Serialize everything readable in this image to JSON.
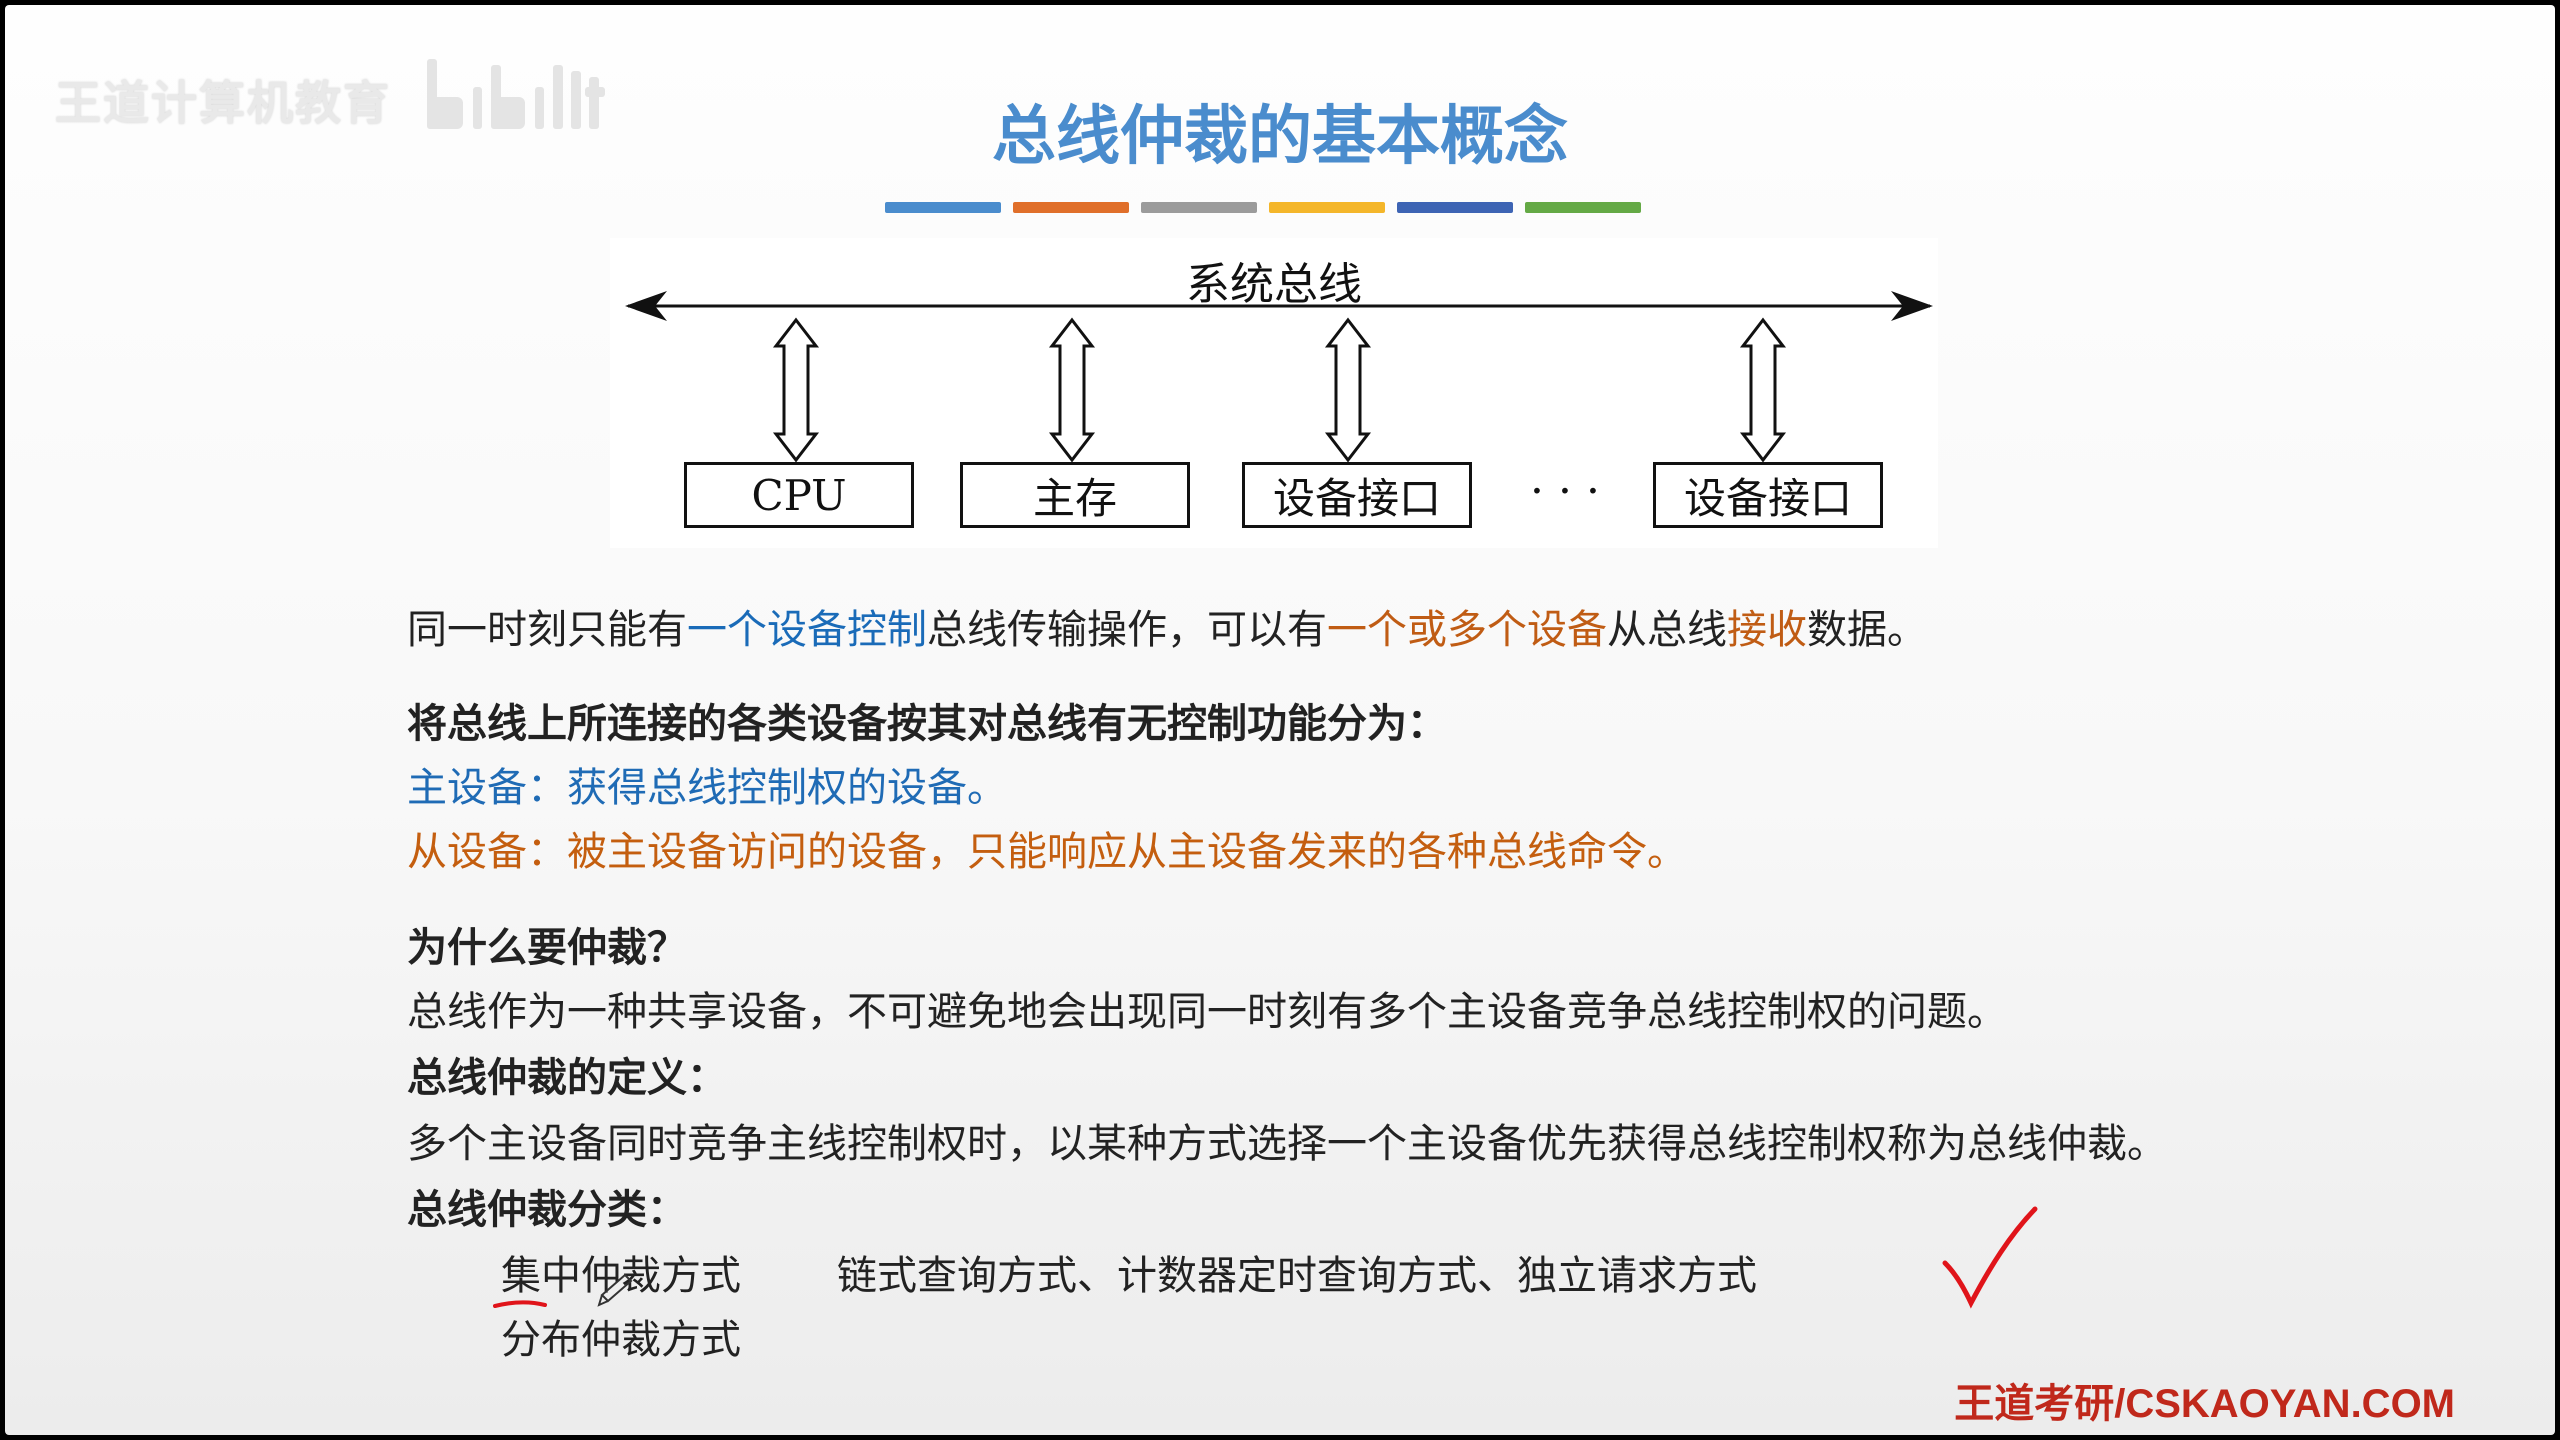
{
  "watermark": {
    "text": "王道计算机教育"
  },
  "slide": {
    "title": "总线仲裁的基本概念",
    "color_bars": [
      "#4a8ccd",
      "#e06f2a",
      "#9b9b9b",
      "#f4b62a",
      "#3d64b4",
      "#64a945"
    ]
  },
  "diagram": {
    "bus_label": "系统总线",
    "boxes": [
      "CPU",
      "主存",
      "设备接口",
      "设备接口"
    ],
    "ellipsis": "· · ·"
  },
  "para1": {
    "p1": "同一时刻只能有",
    "h1": "一个设备控制",
    "p2": "总线传输操作，可以有",
    "h2": "一个或多个设备",
    "p3": "从总线",
    "h3": "接收",
    "p4": "数据。"
  },
  "classification": {
    "heading": "将总线上所连接的各类设备按其对总线有无控制功能分为：",
    "master": "主设备：获得总线控制权的设备。",
    "slave": "从设备：被主设备访问的设备，只能响应从主设备发来的各种总线命令。"
  },
  "why": {
    "heading": "为什么要仲裁？",
    "text": "总线作为一种共享设备，不可避免地会出现同一时刻有多个主设备竞争总线控制权的问题。"
  },
  "definition": {
    "heading": "总线仲裁的定义：",
    "text": "多个主设备同时竞争主线控制权时，以某种方式选择一个主设备优先获得总线控制权称为总线仲裁。"
  },
  "categories": {
    "heading": "总线仲裁分类：",
    "centralized": "集中仲裁方式",
    "centralized_methods": "链式查询方式、计数器定时查询方式、独立请求方式",
    "distributed": "分布仲裁方式"
  },
  "footer": {
    "text": "王道考研/CSKAOYAN.COM"
  },
  "annotations": {
    "ink_color": "#e0141a"
  }
}
